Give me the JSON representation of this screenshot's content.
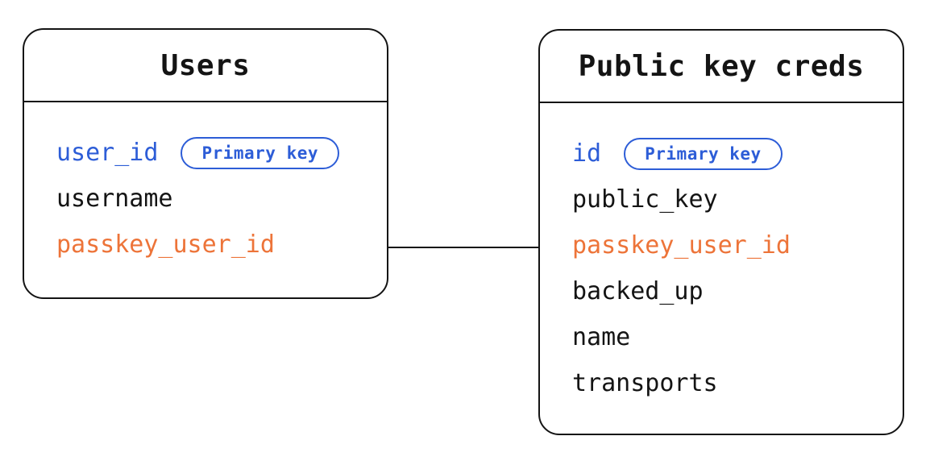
{
  "diagram": {
    "colors": {
      "primary_key_blue": "#2d5dd7",
      "linked_field_orange": "#ed7439",
      "line_black": "#141414",
      "background": "#ffffff"
    },
    "tables": [
      {
        "title": "Users",
        "fields": [
          {
            "name": "user_id",
            "color": "blue",
            "badge": "Primary key"
          },
          {
            "name": "username",
            "color": "black"
          },
          {
            "name": "passkey_user_id",
            "color": "orange"
          }
        ]
      },
      {
        "title": "Public key creds",
        "fields": [
          {
            "name": "id",
            "color": "blue",
            "badge": "Primary key"
          },
          {
            "name": "public_key",
            "color": "black"
          },
          {
            "name": "passkey_user_id",
            "color": "orange"
          },
          {
            "name": "backed_up",
            "color": "black"
          },
          {
            "name": "name",
            "color": "black"
          },
          {
            "name": "transports",
            "color": "black"
          }
        ]
      }
    ],
    "relationship": {
      "from_table": "Users",
      "from_field": "passkey_user_id",
      "to_table": "Public key creds",
      "to_field": "passkey_user_id"
    }
  }
}
